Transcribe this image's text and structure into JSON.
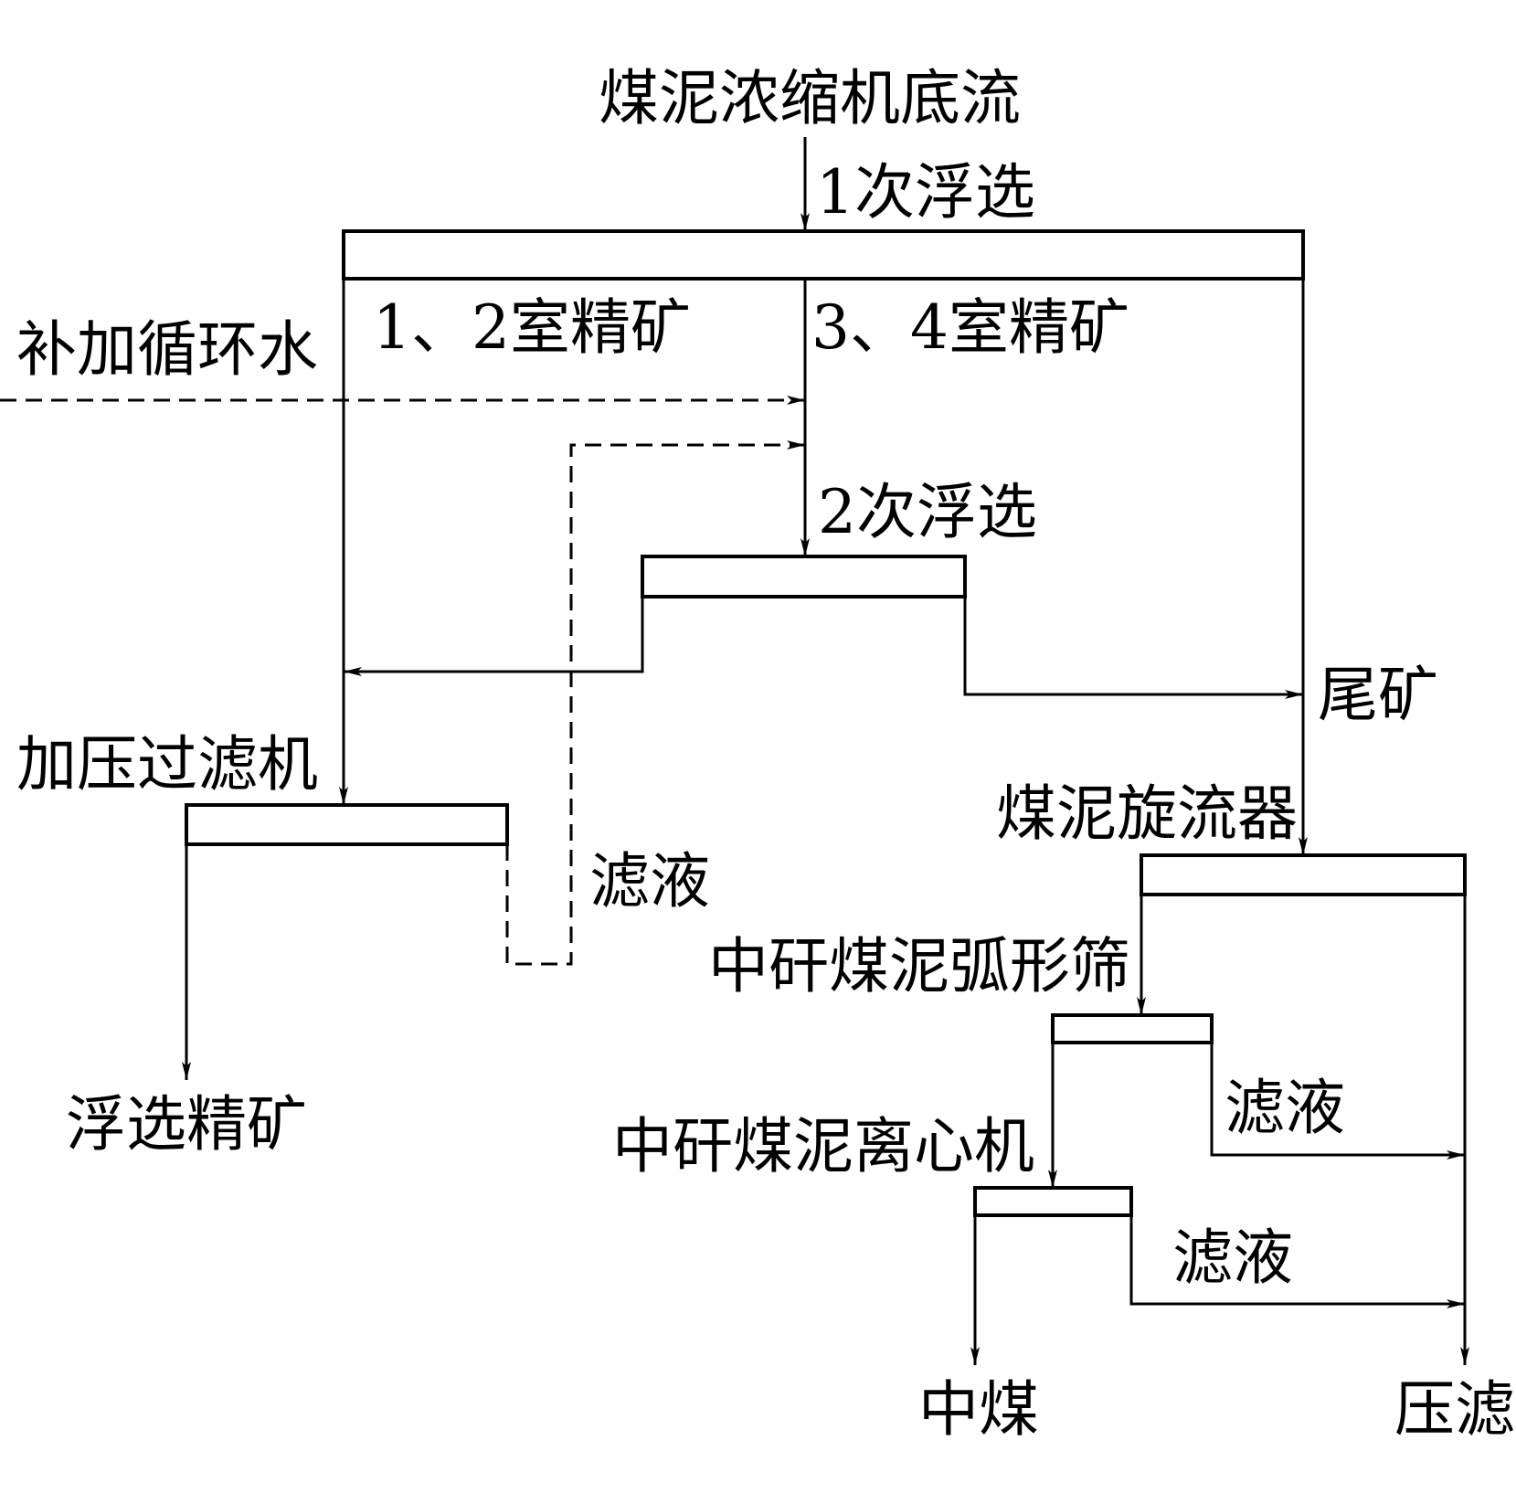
{
  "labels": {
    "feed": "煤泥浓缩机底流",
    "flot1": "1次浮选",
    "conc12": "1、2室精矿",
    "conc34": "3、4室精矿",
    "makeup_water": "补加循环水",
    "flot2": "2次浮选",
    "tailings": "尾矿",
    "press_filter": "加压过滤机",
    "filtrate_a": "滤液",
    "cyclone": "煤泥旋流器",
    "screen": "中矸煤泥弧形筛",
    "filtrate_b": "滤液",
    "centrifuge": "中矸煤泥离心机",
    "filtrate_c": "滤液",
    "flot_conc": "浮选精矿",
    "middlings": "中煤",
    "press_out": "压滤"
  },
  "colors": {
    "ink": "#000000",
    "background": "#ffffff"
  }
}
